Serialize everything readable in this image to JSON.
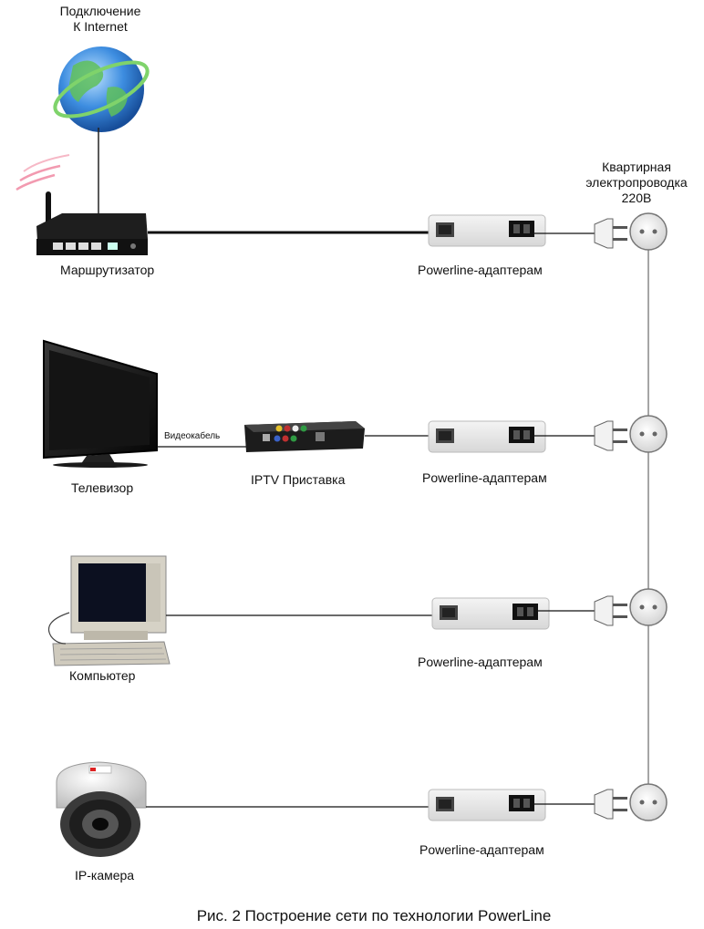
{
  "internet_label": "Подключение\nК Internet",
  "wiring_label": "Квартирная\nэлектропроводка\n220В",
  "devices": {
    "router": "Маршрутизатор",
    "tv": "Телевизор",
    "settop_box": "IPTV Приставка",
    "video_cable": "Видеокабель",
    "computer": "Компьютер",
    "camera": "IP-камера"
  },
  "adapters": [
    {
      "label": "Powerline-адаптерам"
    },
    {
      "label": "Powerline-адаптерам"
    },
    {
      "label": "Powerline-адаптерам"
    },
    {
      "label": "Powerline-адаптерам"
    }
  ],
  "caption": "Рис. 2 Построение сети по технологии PowerLine",
  "icons": [
    "globe-icon",
    "router-icon",
    "tv-icon",
    "settop-box-icon",
    "computer-icon",
    "ip-camera-icon",
    "powerline-adapter-icon",
    "plug-icon",
    "wall-socket-icon"
  ]
}
